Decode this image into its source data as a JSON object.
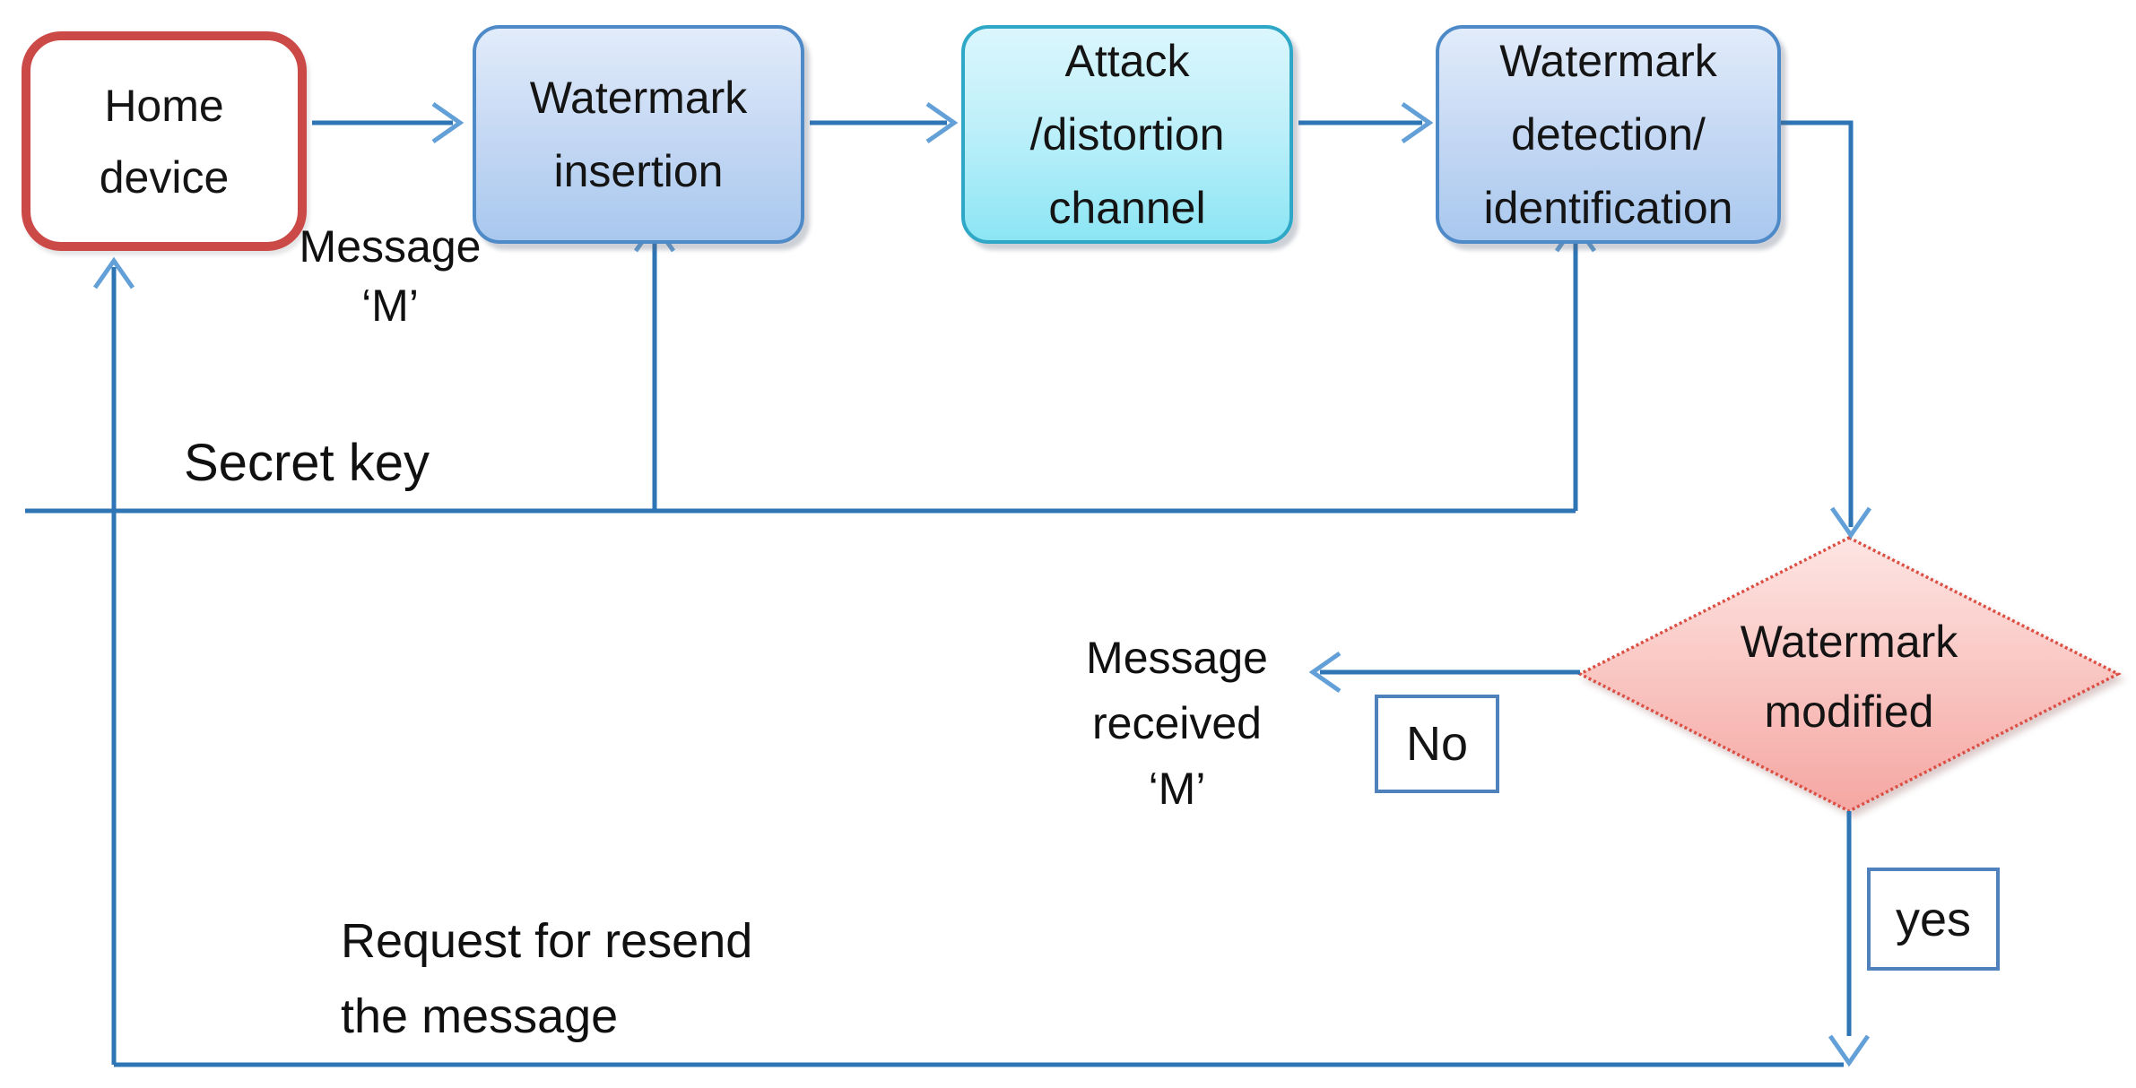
{
  "nodes": {
    "home_device": {
      "label": "Home\ndevice"
    },
    "watermark_insertion": {
      "label": "Watermark\ninsertion"
    },
    "attack_channel": {
      "label": "Attack\n/distortion\nchannel"
    },
    "watermark_detection": {
      "label": "Watermark\ndetection/\nidentification"
    },
    "watermark_modified": {
      "label": "Watermark\nmodified"
    },
    "no_box": {
      "label": "No"
    },
    "yes_box": {
      "label": "yes"
    }
  },
  "edge_labels": {
    "message_m": "Message\n‘M’",
    "secret_key": "Secret key",
    "message_received": "Message\nreceived\n‘M’",
    "request_resend": "Request for resend\nthe message"
  },
  "colors": {
    "connector_blue": "#2e75b6",
    "chevron_blue": "#5b9bd5",
    "process_fill_top": "#e2ecfa",
    "process_fill_bottom": "#a9c8ee",
    "process_border": "#4e8ac8",
    "channel_fill_top": "#dbf6fc",
    "channel_fill_bottom": "#8ce5f4",
    "channel_border": "#2fa8c7",
    "terminator_border": "#cb4a47",
    "decision_fill_top": "#fde3e1",
    "decision_fill_bottom": "#f5a7a3",
    "decision_border": "#dc4f44",
    "label_box_border": "#4f81bd",
    "text": "#141414",
    "background": "#ffffff"
  }
}
